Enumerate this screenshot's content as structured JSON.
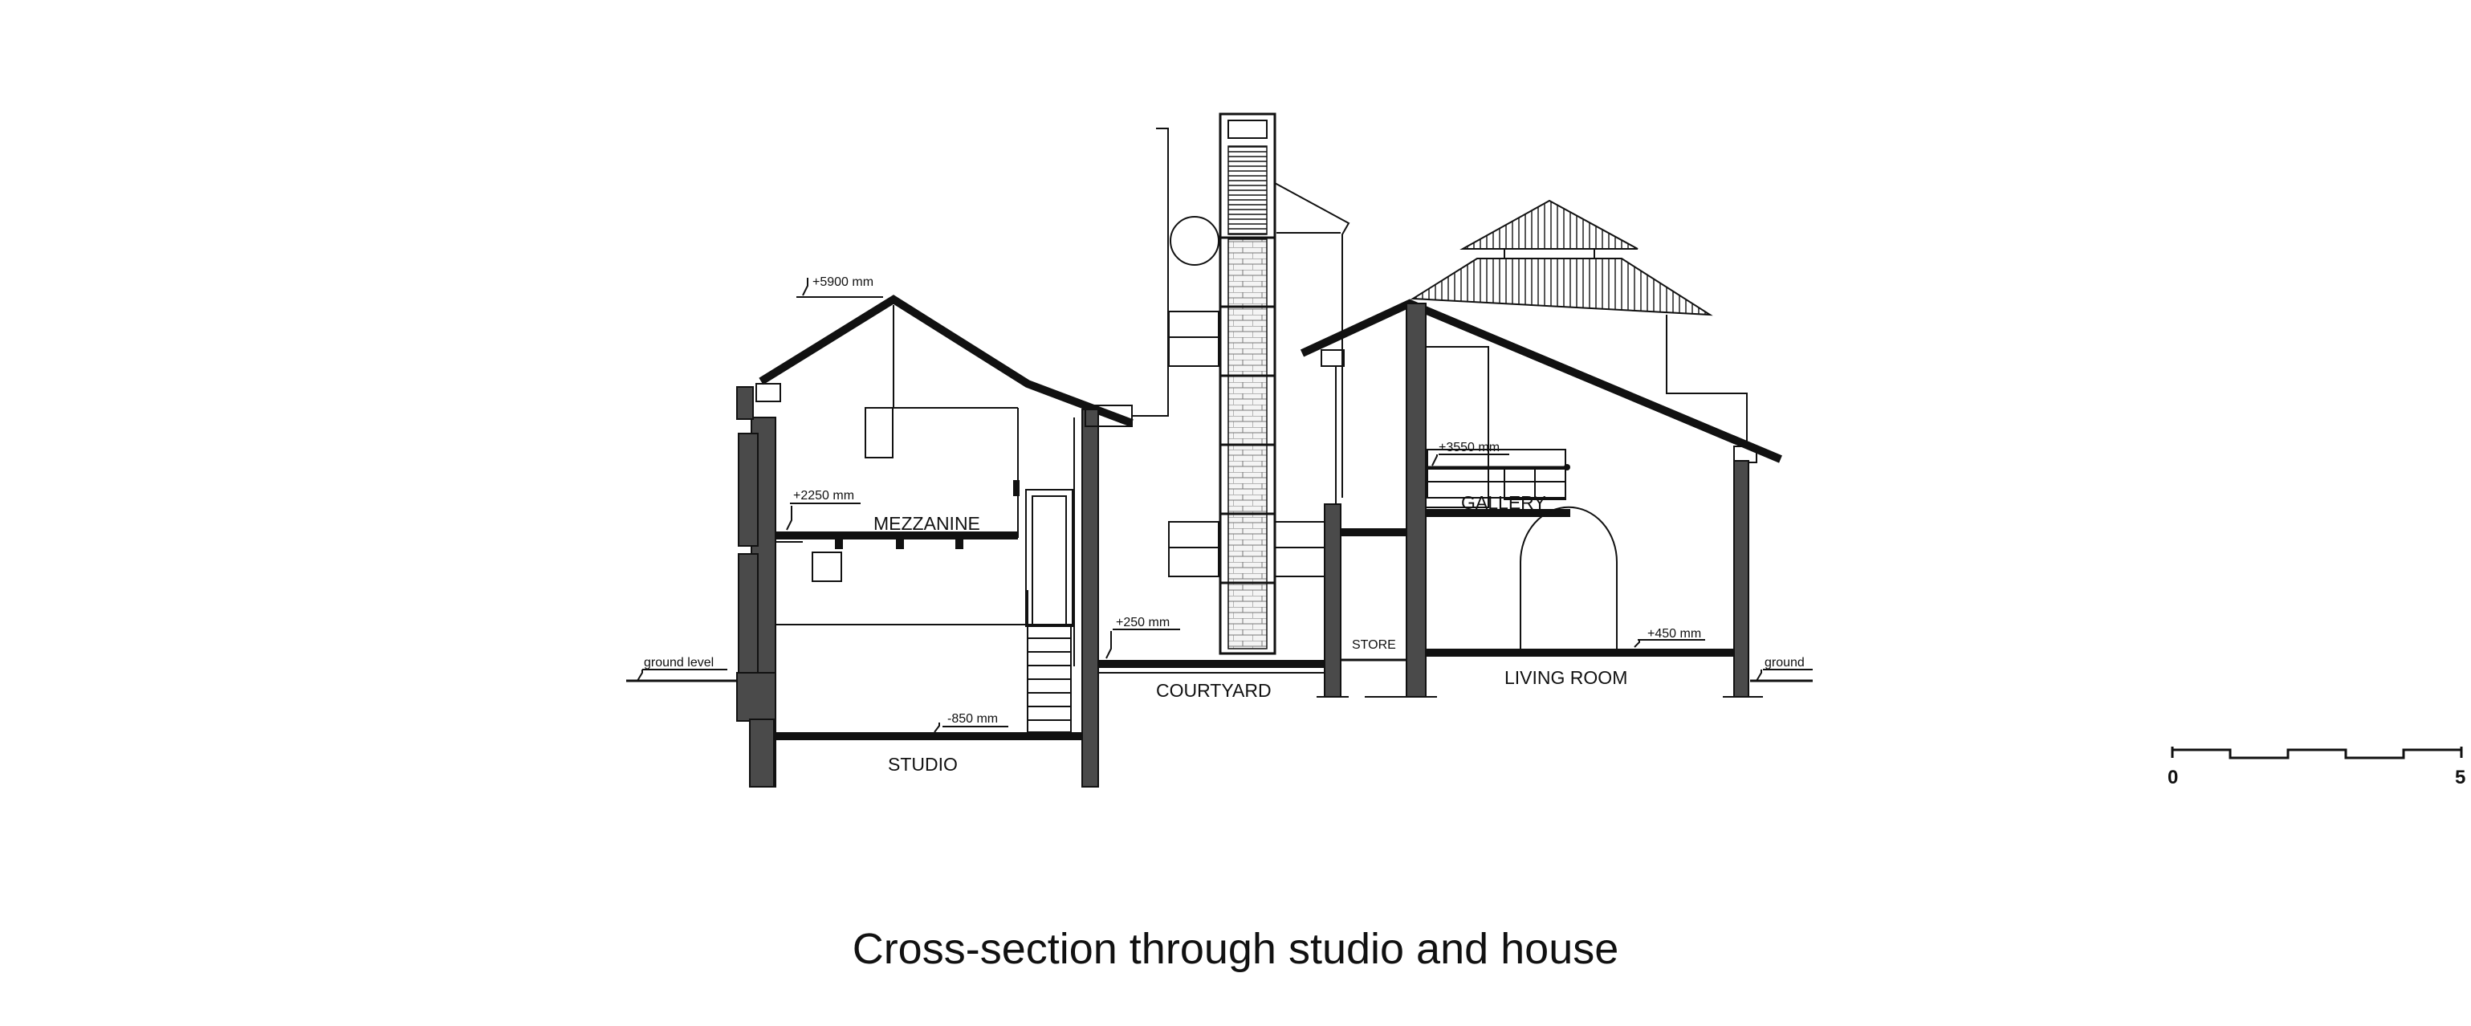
{
  "rooms": {
    "mezzanine": "MEZZANINE",
    "studio": "STUDIO",
    "courtyard": "COURTYARD",
    "store": "STORE",
    "gallery": "GALLERY",
    "living_room": "LIVING ROOM"
  },
  "levels": {
    "ridge_studio": "+5900 mm",
    "mezzanine_floor": "+2250 mm",
    "gallery_floor": "+3550 mm",
    "courtyard_floor": "+250 mm",
    "living_floor": "+450 mm",
    "studio_floor": "-850 mm",
    "ground_left": "ground level",
    "ground_right": "ground"
  },
  "scale_bar": {
    "start": "0",
    "end": "5"
  },
  "caption": "Cross-section through studio and house",
  "colors": {
    "ink": "#111111",
    "cut_fill": "#4a4a4a",
    "background": "#ffffff"
  }
}
